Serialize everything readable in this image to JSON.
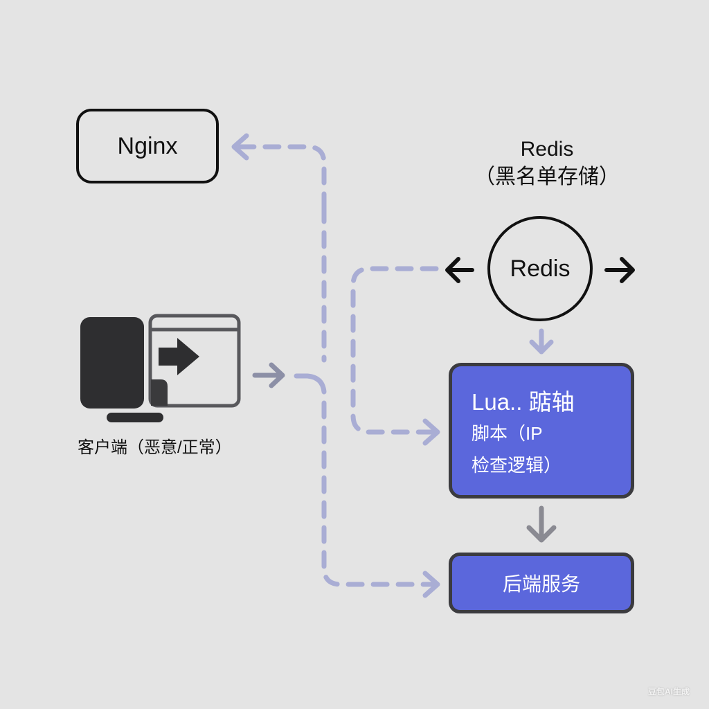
{
  "diagram": {
    "nodes": {
      "nginx": {
        "label": "Nginx"
      },
      "redis_caption": {
        "title": "Redis",
        "subtitle": "（黑名单存储）"
      },
      "redis": {
        "label": "Redis"
      },
      "lua": {
        "title": "Lua.. 踮轴",
        "line1": "脚本（IP",
        "line2": "检查逻辑）"
      },
      "backend": {
        "label": "后端服务"
      },
      "client": {
        "label": "客户端（恶意/正常）",
        "icon": "client-computer-icon"
      }
    },
    "edges": [
      {
        "from": "client",
        "to": "nginx",
        "style": "dashed"
      },
      {
        "from": "client",
        "to": "backend",
        "style": "dashed"
      },
      {
        "from": "redis",
        "to": "lua",
        "style": "dashed"
      },
      {
        "from": "redis",
        "to": "lua",
        "style": "solid"
      },
      {
        "from": "lua",
        "to": "backend",
        "style": "solid"
      }
    ],
    "colors": {
      "background": "#e4e4e4",
      "accent": "#5b67dc",
      "dashed_line": "#a9add4",
      "box_border": "#3b3b3f"
    }
  },
  "watermark": "豆包AI生成"
}
